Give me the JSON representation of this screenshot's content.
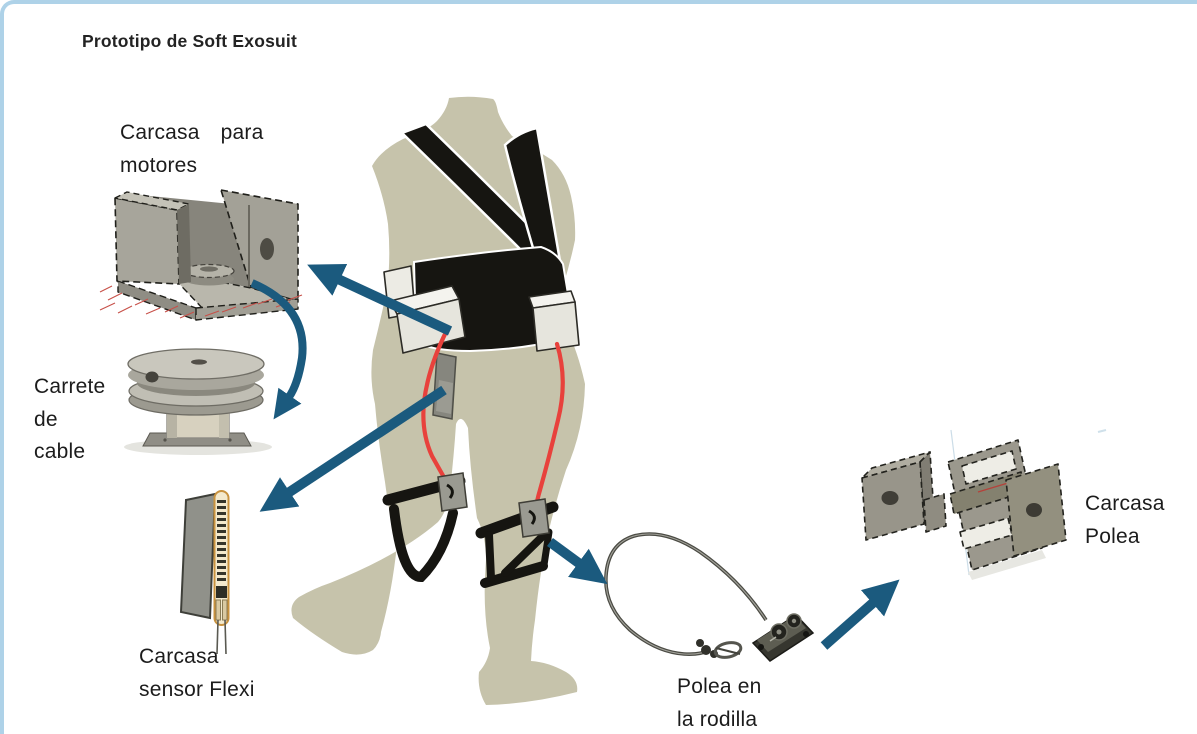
{
  "title": "Prototipo de Soft Exosuit",
  "labels": {
    "motor_housing": [
      "Carcasa para",
      "motores"
    ],
    "cable_reel": [
      "Carrete",
      "de",
      "cable"
    ],
    "flexi_sensor": [
      "Carcasa",
      "sensor Flexi"
    ],
    "knee_pulley": [
      "Polea en",
      "la rodilla"
    ],
    "pulley_housing": [
      "Carcasa",
      "Polea"
    ]
  },
  "colors": {
    "arrow": "#1b5a7e",
    "body": "#c6c3ab",
    "harness": "#161511",
    "cable_red": "#e8413c",
    "border_blue": "#aed2e8",
    "cad_gray": "#a3a197",
    "text": "#1c1c1c"
  }
}
